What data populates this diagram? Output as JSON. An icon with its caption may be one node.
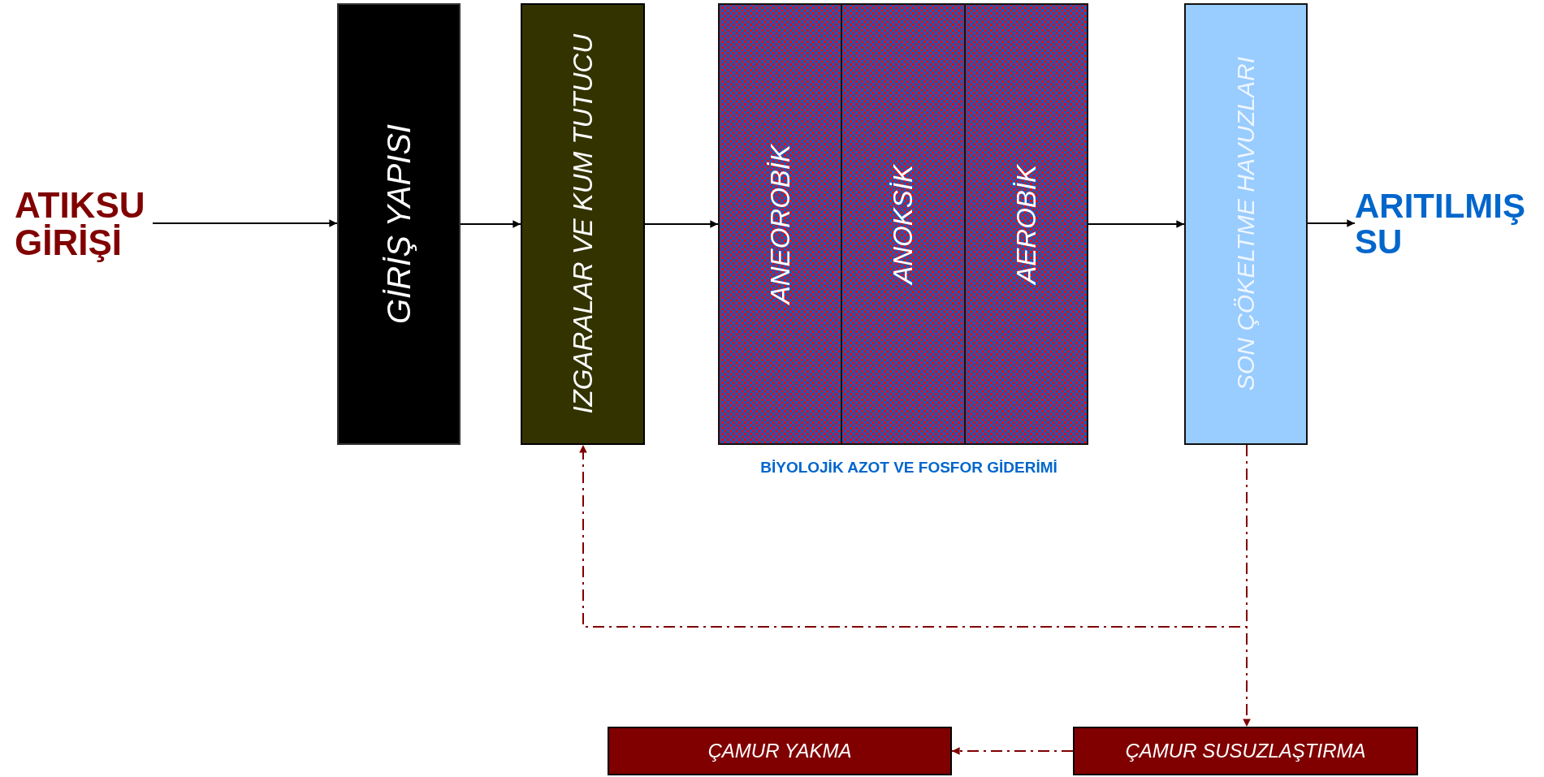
{
  "diagram": {
    "nodes": [
      {
        "text": [
          "ATIKSU GİRİŞİ"
        ]
      },
      {
        "text": [
          "GİRİŞ YAPISI"
        ]
      },
      {
        "text": [
          "IZGARALAR VE KUM TUTUCU"
        ]
      },
      {
        "text": [
          "ANEOROBİK"
        ]
      },
      {
        "text": [
          "ANOKSİK"
        ]
      },
      {
        "text": [
          "AEROBİK"
        ]
      },
      {
        "text": [
          "SON ÇÖKELTME HAVUZLARI"
        ]
      },
      {
        "text": [
          "ARITILMIŞ SU"
        ]
      },
      {
        "text": [
          "ÇAMUR YAKMA"
        ]
      },
      {
        "text": [
          "ÇAMUR SUSUZLAŞTIRMA"
        ]
      }
    ],
    "edges": [
      {
        "from": 0,
        "to": 1,
        "arrow": "to"
      },
      {
        "from": 1,
        "to": 2,
        "arrow": "to"
      },
      {
        "from": 2,
        "to": 3,
        "arrow": "to"
      },
      {
        "from": 5,
        "to": 6,
        "arrow": "to"
      },
      {
        "from": 6,
        "to": 7,
        "arrow": "to"
      },
      {
        "from": 6,
        "to": 2,
        "arrow": "to",
        "style": "dashed",
        "color": "#800000"
      },
      {
        "from": 6,
        "to": 9,
        "arrow": "to",
        "style": "dashed",
        "color": "#800000"
      },
      {
        "from": 9,
        "to": 8,
        "arrow": "to",
        "style": "dashed",
        "color": "#800000"
      }
    ],
    "labels": [
      "BİYOLOJİK AZOT VE FOSFOR GİDERİMİ"
    ]
  }
}
